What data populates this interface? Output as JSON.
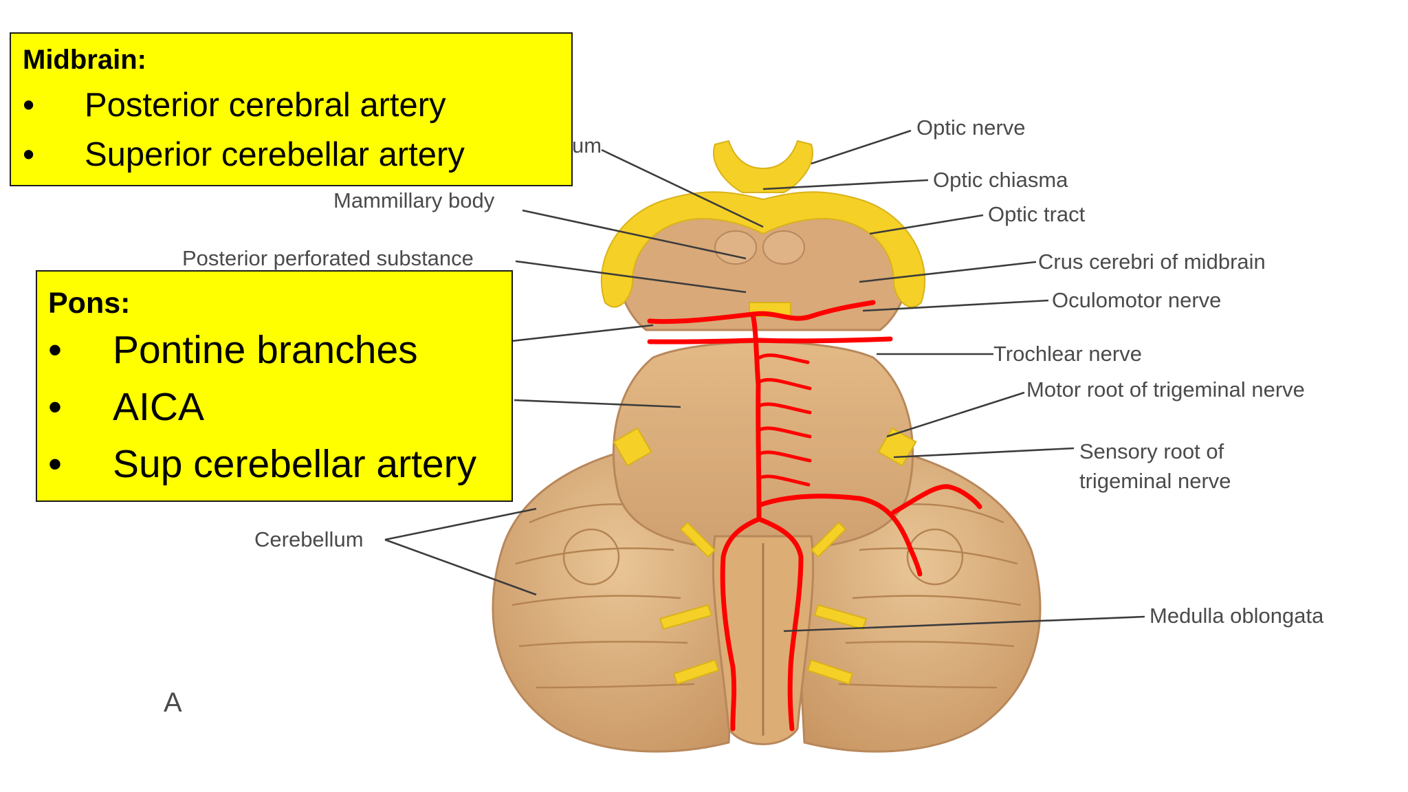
{
  "figure_letter": "A",
  "labels": {
    "optic_nerve": "Optic nerve",
    "optic_chiasma": "Optic chiasma",
    "optic_tract": "Optic tract",
    "crus_cerebri": "Crus cerebri of midbrain",
    "oculomotor_nerve": "Oculomotor nerve",
    "trochlear_nerve": "Trochlear nerve",
    "motor_root_trigeminal": "Motor root of trigeminal nerve",
    "sensory_root_line1": "Sensory root of",
    "sensory_root_line2": "trigeminal nerve",
    "mammillary_body": "Mammillary body",
    "posterior_perforated": "Posterior perforated substance",
    "cerebellum": "Cerebellum",
    "medulla": "Medulla oblongata",
    "partial_infundibulum": "um"
  },
  "callouts": {
    "midbrain": {
      "heading": "Midbrain:",
      "bullet": "•",
      "items": [
        "Posterior cerebral artery",
        "Superior cerebellar artery"
      ]
    },
    "pons": {
      "heading": "Pons:",
      "bullet": "•",
      "items": [
        "Pontine branches",
        "AICA",
        "Sup cerebellar artery"
      ]
    }
  },
  "colors": {
    "callout_fill": "#ffff00",
    "artery_red": "#ff0000",
    "nerve_yellow": "#f5d027",
    "brainstem_tan": "#ddb078",
    "label_gray": "#4a4a4a"
  }
}
